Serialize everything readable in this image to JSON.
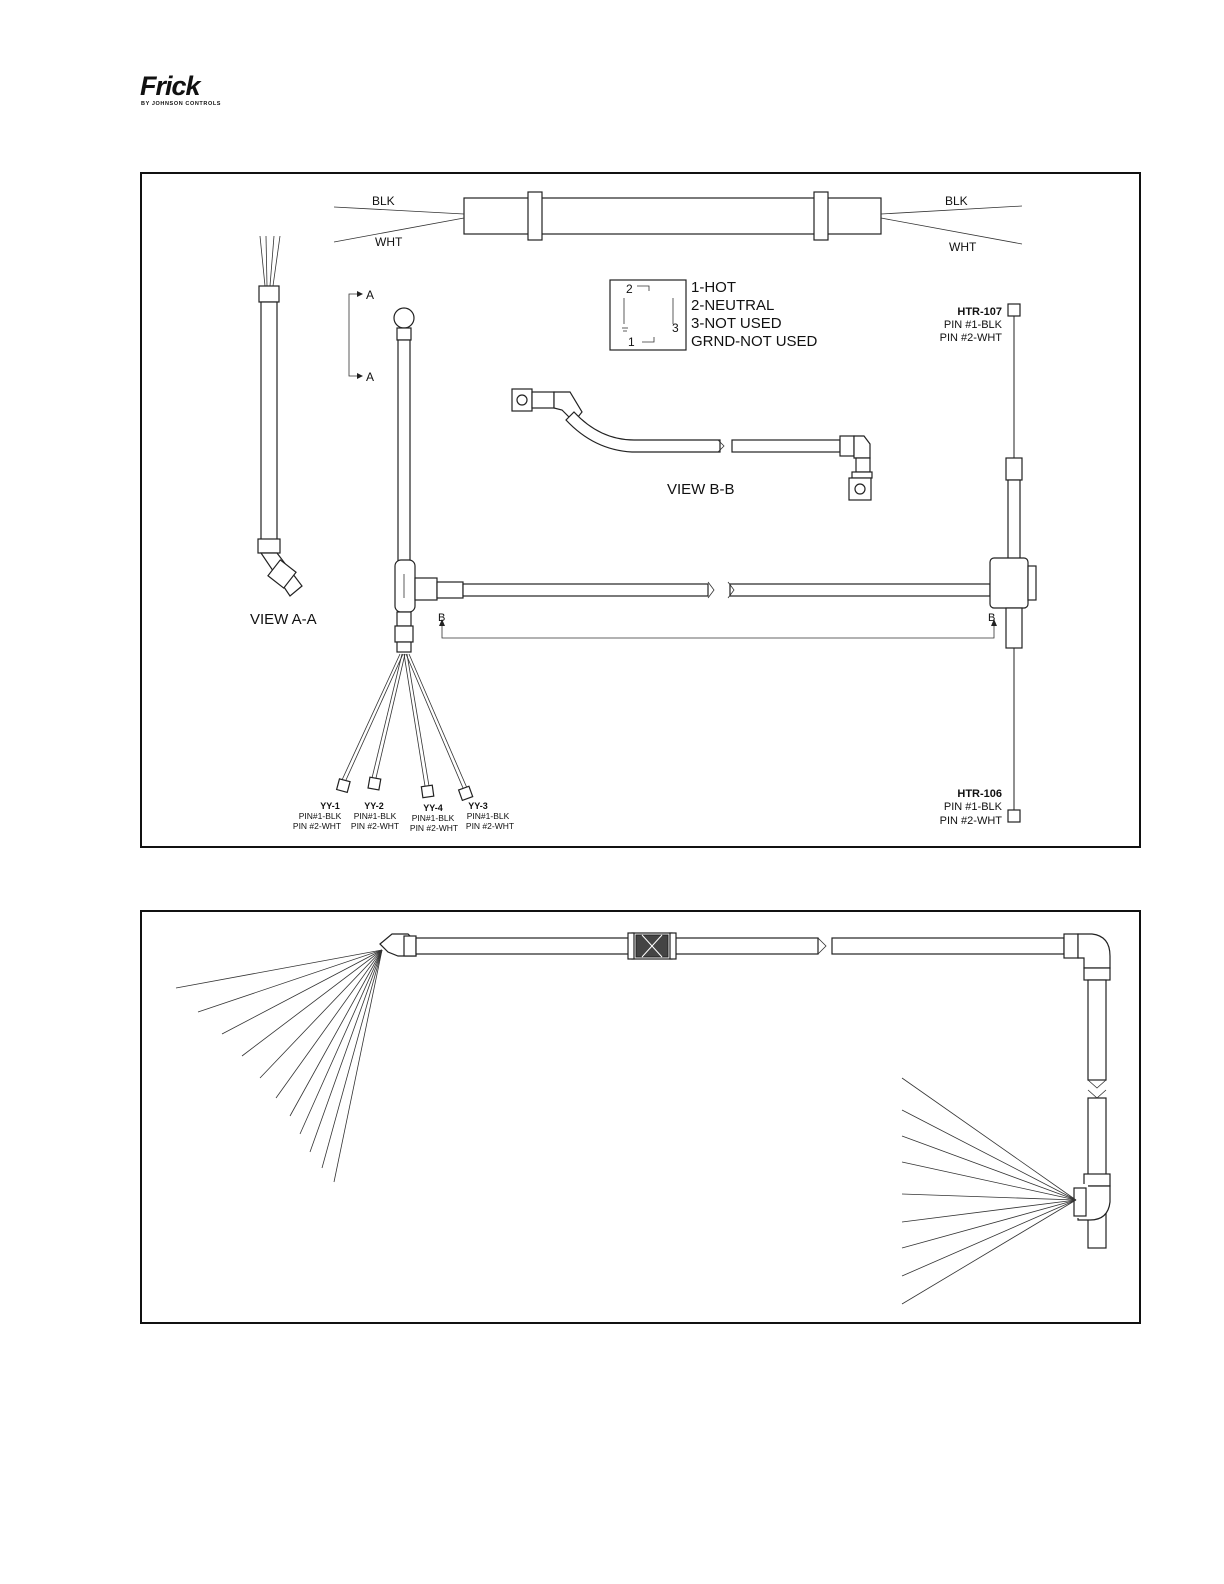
{
  "logo": {
    "brand": "Frick",
    "sub": "BY JOHNSON CONTROLS"
  },
  "top_diagram": {
    "wire_labels": {
      "left_blk": "BLK",
      "left_wht": "WHT",
      "right_blk": "BLK",
      "right_wht": "WHT"
    },
    "pin_legend": {
      "pins": [
        "2",
        "3",
        "1"
      ],
      "items": [
        "1-HOT",
        "2-NEUTRAL",
        "3-NOT USED",
        "GRND-NOT USED"
      ]
    },
    "section_marks": {
      "a_top": "A",
      "a_bottom": "A",
      "b_left": "B",
      "b_right": "B"
    },
    "views": {
      "a_a": "VIEW A-A",
      "b_b": "VIEW B-B"
    },
    "heaters": [
      {
        "tag": "HTR-107",
        "pin1": "PIN #1-BLK",
        "pin2": "PIN #2-WHT"
      },
      {
        "tag": "HTR-106",
        "pin1": "PIN #1-BLK",
        "pin2": "PIN #2-WHT"
      }
    ],
    "connectors": [
      {
        "tag": "YY-1",
        "pin1": "PIN#1-BLK",
        "pin2": "PIN #2-WHT"
      },
      {
        "tag": "YY-2",
        "pin1": "PIN#1-BLK",
        "pin2": "PIN #2-WHT"
      },
      {
        "tag": "YY-4",
        "pin1": "PIN#1-BLK",
        "pin2": "PIN #2-WHT"
      },
      {
        "tag": "YY-3",
        "pin1": "PIN#1-BLK",
        "pin2": "PIN #2-WHT"
      }
    ]
  }
}
